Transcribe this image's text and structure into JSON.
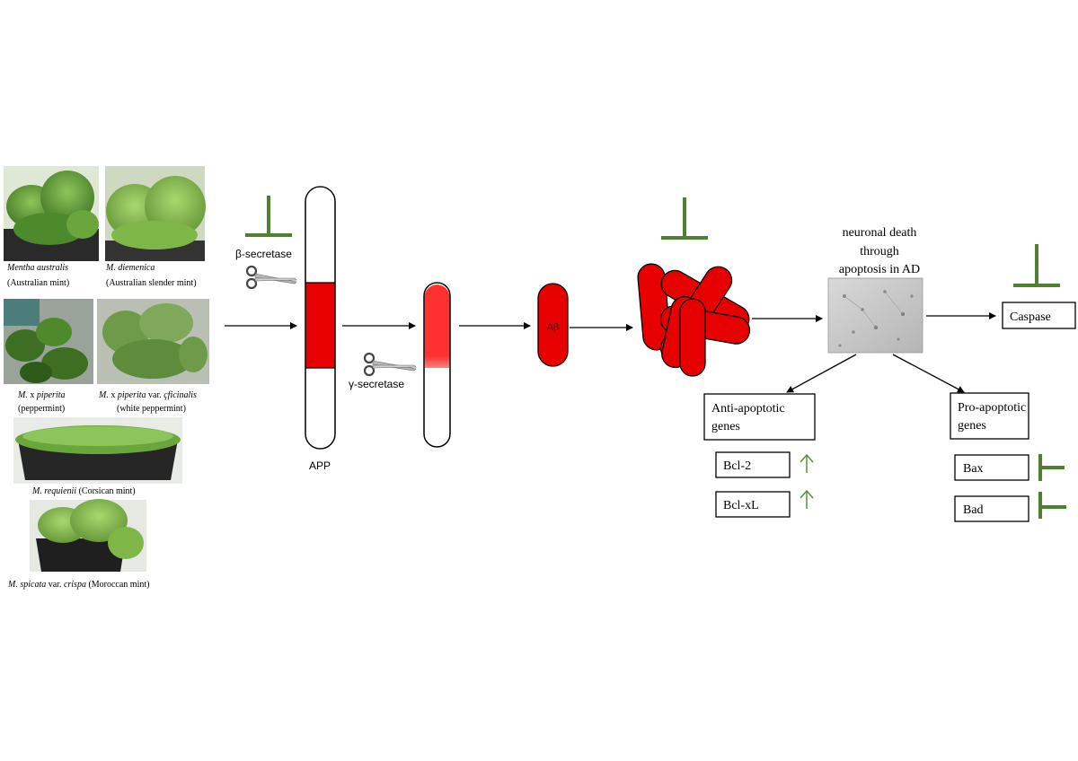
{
  "plants": [
    {
      "name_italic": "Mentha australis",
      "name_rest": "",
      "common": "(Australian mint)"
    },
    {
      "name_italic": "M. diemenica",
      "name_rest": "",
      "common": "(Australian slender mint)"
    },
    {
      "name_italic": "M.",
      "name_mid": " x ",
      "name_italic2": "piperita",
      "common": "(peppermint)"
    },
    {
      "name_italic": "M.",
      "name_mid": " x ",
      "name_italic2": "piperita",
      "name_mid2": " var. ",
      "name_italic3": "çficinalis",
      "common": "(white peppermint)"
    },
    {
      "name_italic": "M. requienii",
      "common": " (Corsican mint)"
    },
    {
      "name_italic": "M. spicata",
      "name_mid": " var. ",
      "name_italic2": "crispa",
      "common": " (Moroccan mint)"
    }
  ],
  "labels": {
    "beta_secretase": "β-secretase",
    "gamma_secretase": "γ-secretase",
    "app": "APP",
    "abeta": "Aβ",
    "neuronal_death_1": "neuronal death",
    "neuronal_death_2": "through",
    "neuronal_death_3": "apoptosis in AD",
    "caspase": "Caspase",
    "anti_1": "Anti-apoptotic",
    "anti_2": "genes",
    "pro_1": "Pro-apoptotic",
    "pro_2": "genes",
    "bcl2": "Bcl-2",
    "bclxl": "Bcl-xL",
    "bax": "Bax",
    "bad": "Bad"
  },
  "colors": {
    "red": "#e60000",
    "red_light": "#ff3b3b",
    "inhibit_green": "#4f7f2f",
    "up_arrow_green": "#5a8f3a",
    "outline": "#000000"
  },
  "icons": {
    "scissors": "scissors-icon",
    "inhibition": "inhibition-t-bar",
    "up_arrow": "up-arrow-icon"
  }
}
